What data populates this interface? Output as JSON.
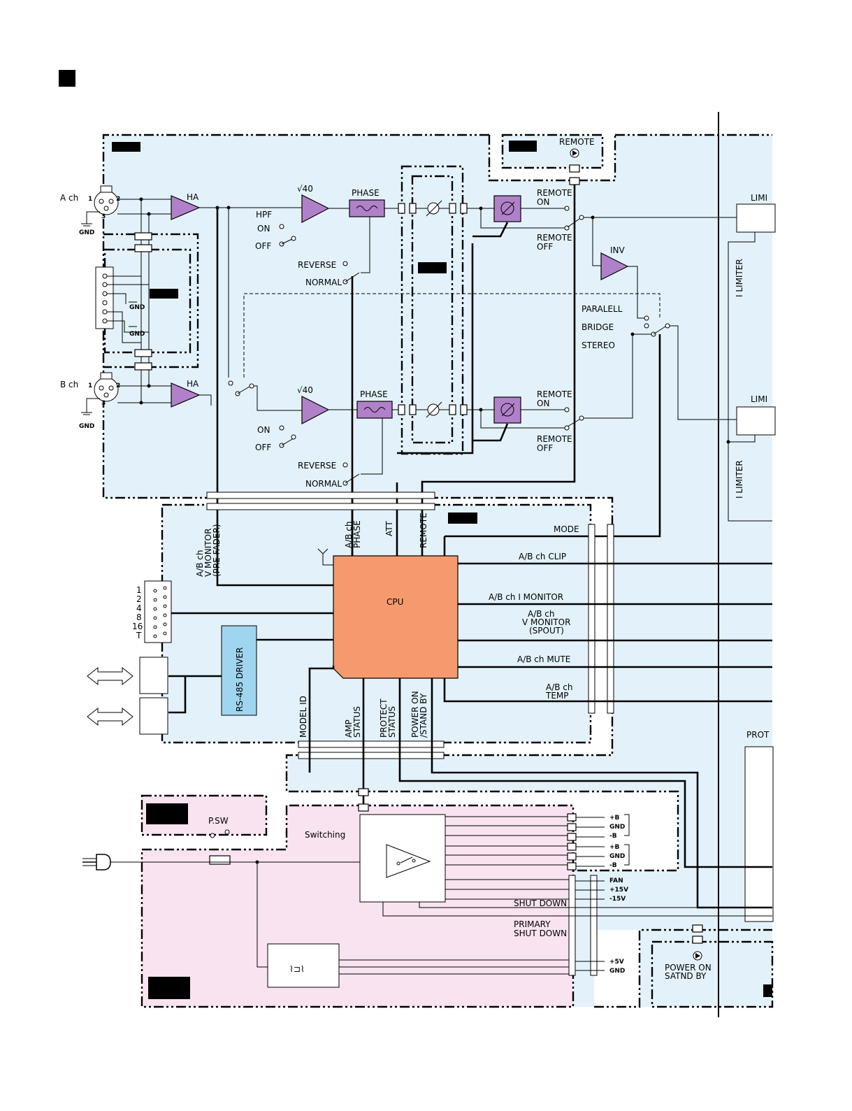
{
  "diagram": {
    "inputs": {
      "a_ch": "A ch",
      "b_ch": "B ch",
      "gnd": "GND"
    },
    "amplifiers": {
      "ha": "HA",
      "gain": "√40",
      "inv": "INV"
    },
    "filter": {
      "hpf": "HPF",
      "on": "ON",
      "off": "OFF"
    },
    "phase": {
      "label": "PHASE",
      "reverse": "REVERSE",
      "normal": "NORMAL"
    },
    "remote": {
      "remote": "REMOTE",
      "remote_on": "REMOTE\nON",
      "remote_off": "REMOTE\nOFF"
    },
    "mode_switch": {
      "parallel": "PARALELL",
      "bridge": "BRIDGE",
      "stereo": "STEREO"
    },
    "limiter": {
      "label": "LIMI",
      "i_limiter": "I LIMITER",
      "protect": "PROT"
    },
    "cpu": {
      "label": "CPU",
      "inputs_top": [
        "A/B ch\nV MONITOR\n(PRE FADER)",
        "A/B ch\nPHASE",
        "ATT",
        "REMOTE"
      ],
      "bottom": [
        "MODEL ID",
        "AMP\nSTATUS",
        "PROTECT\nSTATUS",
        "POWER ON\n/STAND BY"
      ],
      "right": [
        "MODE",
        "A/B ch CLIP",
        "A/B ch I MONITOR",
        "A/B ch\nV MONITOR\n(SPOUT)",
        "A/B ch MUTE",
        "A/B ch\nTEMP"
      ]
    },
    "dip_switch": [
      "1",
      "2",
      "4",
      "8",
      "16",
      "T"
    ],
    "rs485": "RS-485 DRIVER",
    "power": {
      "psw": "P.SW",
      "switching": "Switching",
      "rails_1": [
        "+B",
        "GND",
        "-B"
      ],
      "rails_2": [
        "+B",
        "GND",
        "-B"
      ],
      "rails_3": [
        "FAN",
        "+15V",
        "-15V"
      ],
      "shut_down": "SHUT DOWN",
      "primary_shut_down": "PRIMARY\nSHUT DOWN",
      "low_rails": [
        "+5V",
        "GND"
      ],
      "power_on": "POWER ON\nSATND BY"
    },
    "colors": {
      "board_blue": "#e3f2fa",
      "board_pink": "#f9e3f1",
      "component_purple": "#b081c8",
      "cpu_orange": "#f59a6e",
      "driver_blue": "#9fd5ef"
    }
  }
}
